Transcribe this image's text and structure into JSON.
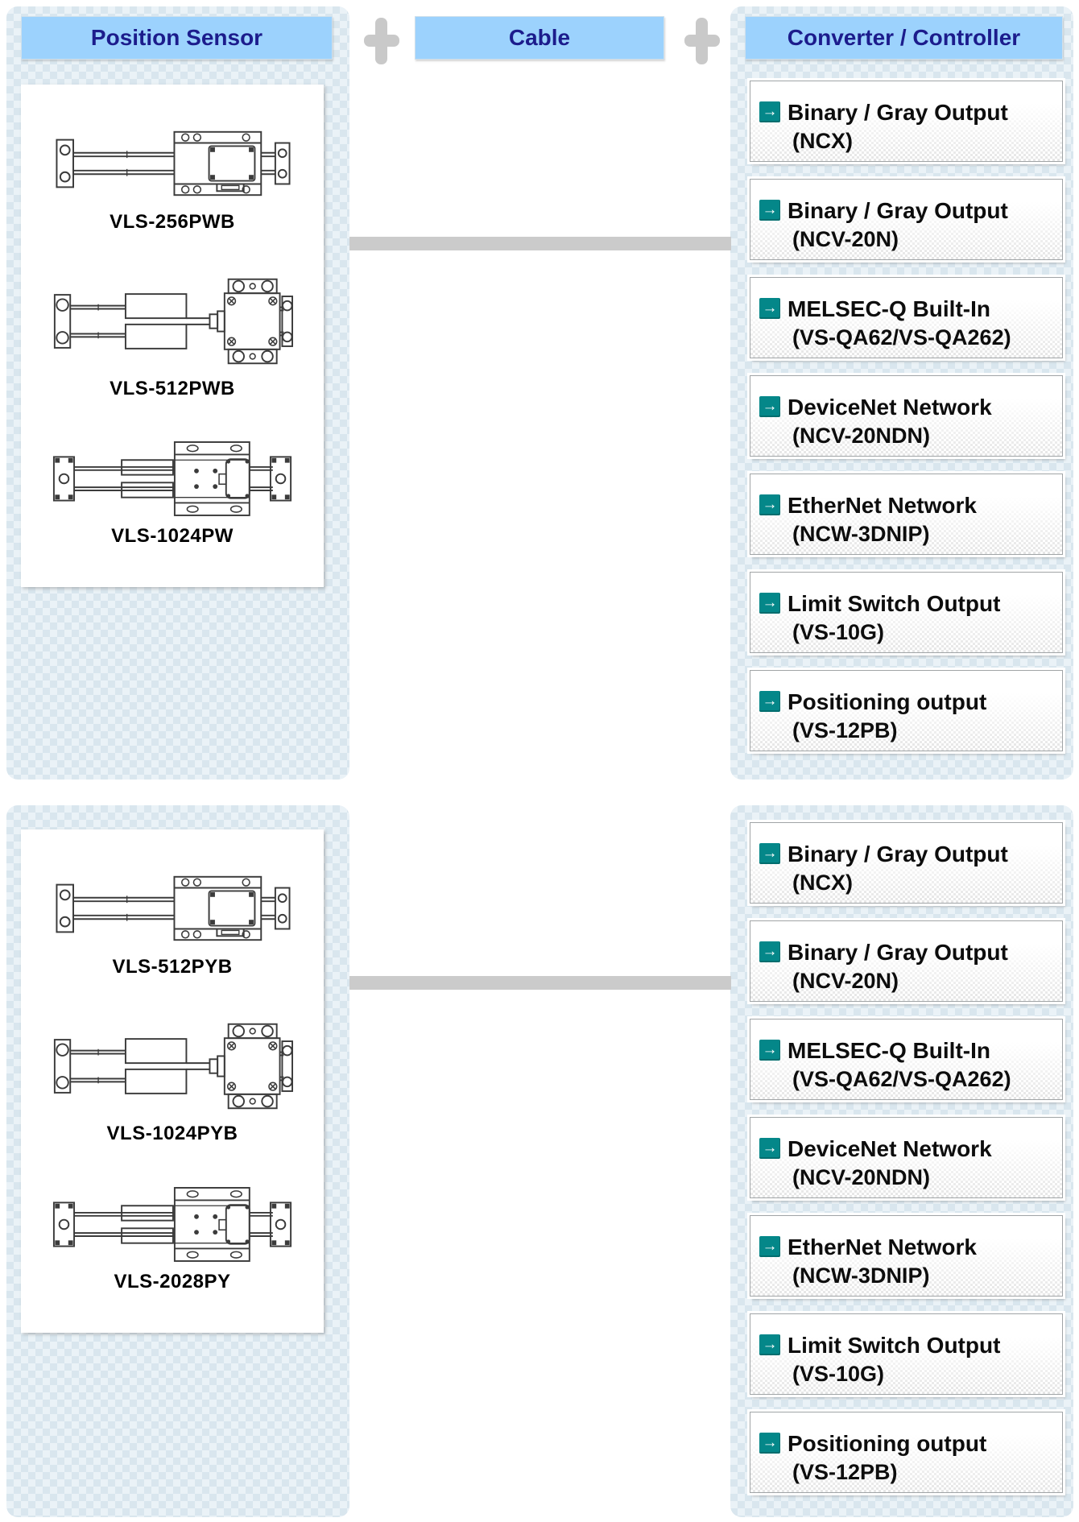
{
  "header": {
    "position_sensor": "Position Sensor",
    "cable": "Cable",
    "converter": "Converter / Controller"
  },
  "icons": {
    "arrow": "→",
    "plus": "+"
  },
  "colors": {
    "section_bg_base": "#eaf2f7",
    "section_bg_check": "#d9e6ee",
    "header_bg": "#9cd2fd",
    "header_text": "#1c1c8c",
    "plus_gray": "#c9c9c9",
    "cable_bar_gray": "#cbcbcb",
    "arrow_icon_teal": "#048789",
    "button_text": "#0d0d0d"
  },
  "sections": [
    {
      "sensors": [
        {
          "model": "VLS-256PWB",
          "figure": "slider-actuator-drawing"
        },
        {
          "model": "VLS-512PWB",
          "figure": "rod-cylinder-drawing"
        },
        {
          "model": "VLS-1024PW",
          "figure": "low-profile-actuator-drawing"
        }
      ],
      "converters": [
        {
          "title": "Binary / Gray Output",
          "model": "(NCX)"
        },
        {
          "title": "Binary / Gray Output",
          "model": "(NCV-20N)"
        },
        {
          "title": "MELSEC-Q Built-In",
          "model": "(VS-QA62/VS-QA262)"
        },
        {
          "title": "DeviceNet Network",
          "model": "(NCV-20NDN)"
        },
        {
          "title": "EtherNet Network",
          "model": "(NCW-3DNIP)"
        },
        {
          "title": "Limit Switch Output",
          "model": "(VS-10G)"
        },
        {
          "title": "Positioning output",
          "model": "(VS-12PB)"
        }
      ]
    },
    {
      "sensors": [
        {
          "model": "VLS-512PYB",
          "figure": "slider-actuator-drawing"
        },
        {
          "model": "VLS-1024PYB",
          "figure": "rod-cylinder-drawing"
        },
        {
          "model": "VLS-2028PY",
          "figure": "low-profile-actuator-drawing"
        }
      ],
      "converters": [
        {
          "title": "Binary / Gray Output",
          "model": "(NCX)"
        },
        {
          "title": "Binary / Gray Output",
          "model": "(NCV-20N)"
        },
        {
          "title": "MELSEC-Q Built-In",
          "model": "(VS-QA62/VS-QA262)"
        },
        {
          "title": "DeviceNet Network",
          "model": "(NCV-20NDN)"
        },
        {
          "title": "EtherNet Network",
          "model": "(NCW-3DNIP)"
        },
        {
          "title": "Limit Switch Output",
          "model": "(VS-10G)"
        },
        {
          "title": "Positioning output",
          "model": "(VS-12PB)"
        }
      ]
    }
  ]
}
